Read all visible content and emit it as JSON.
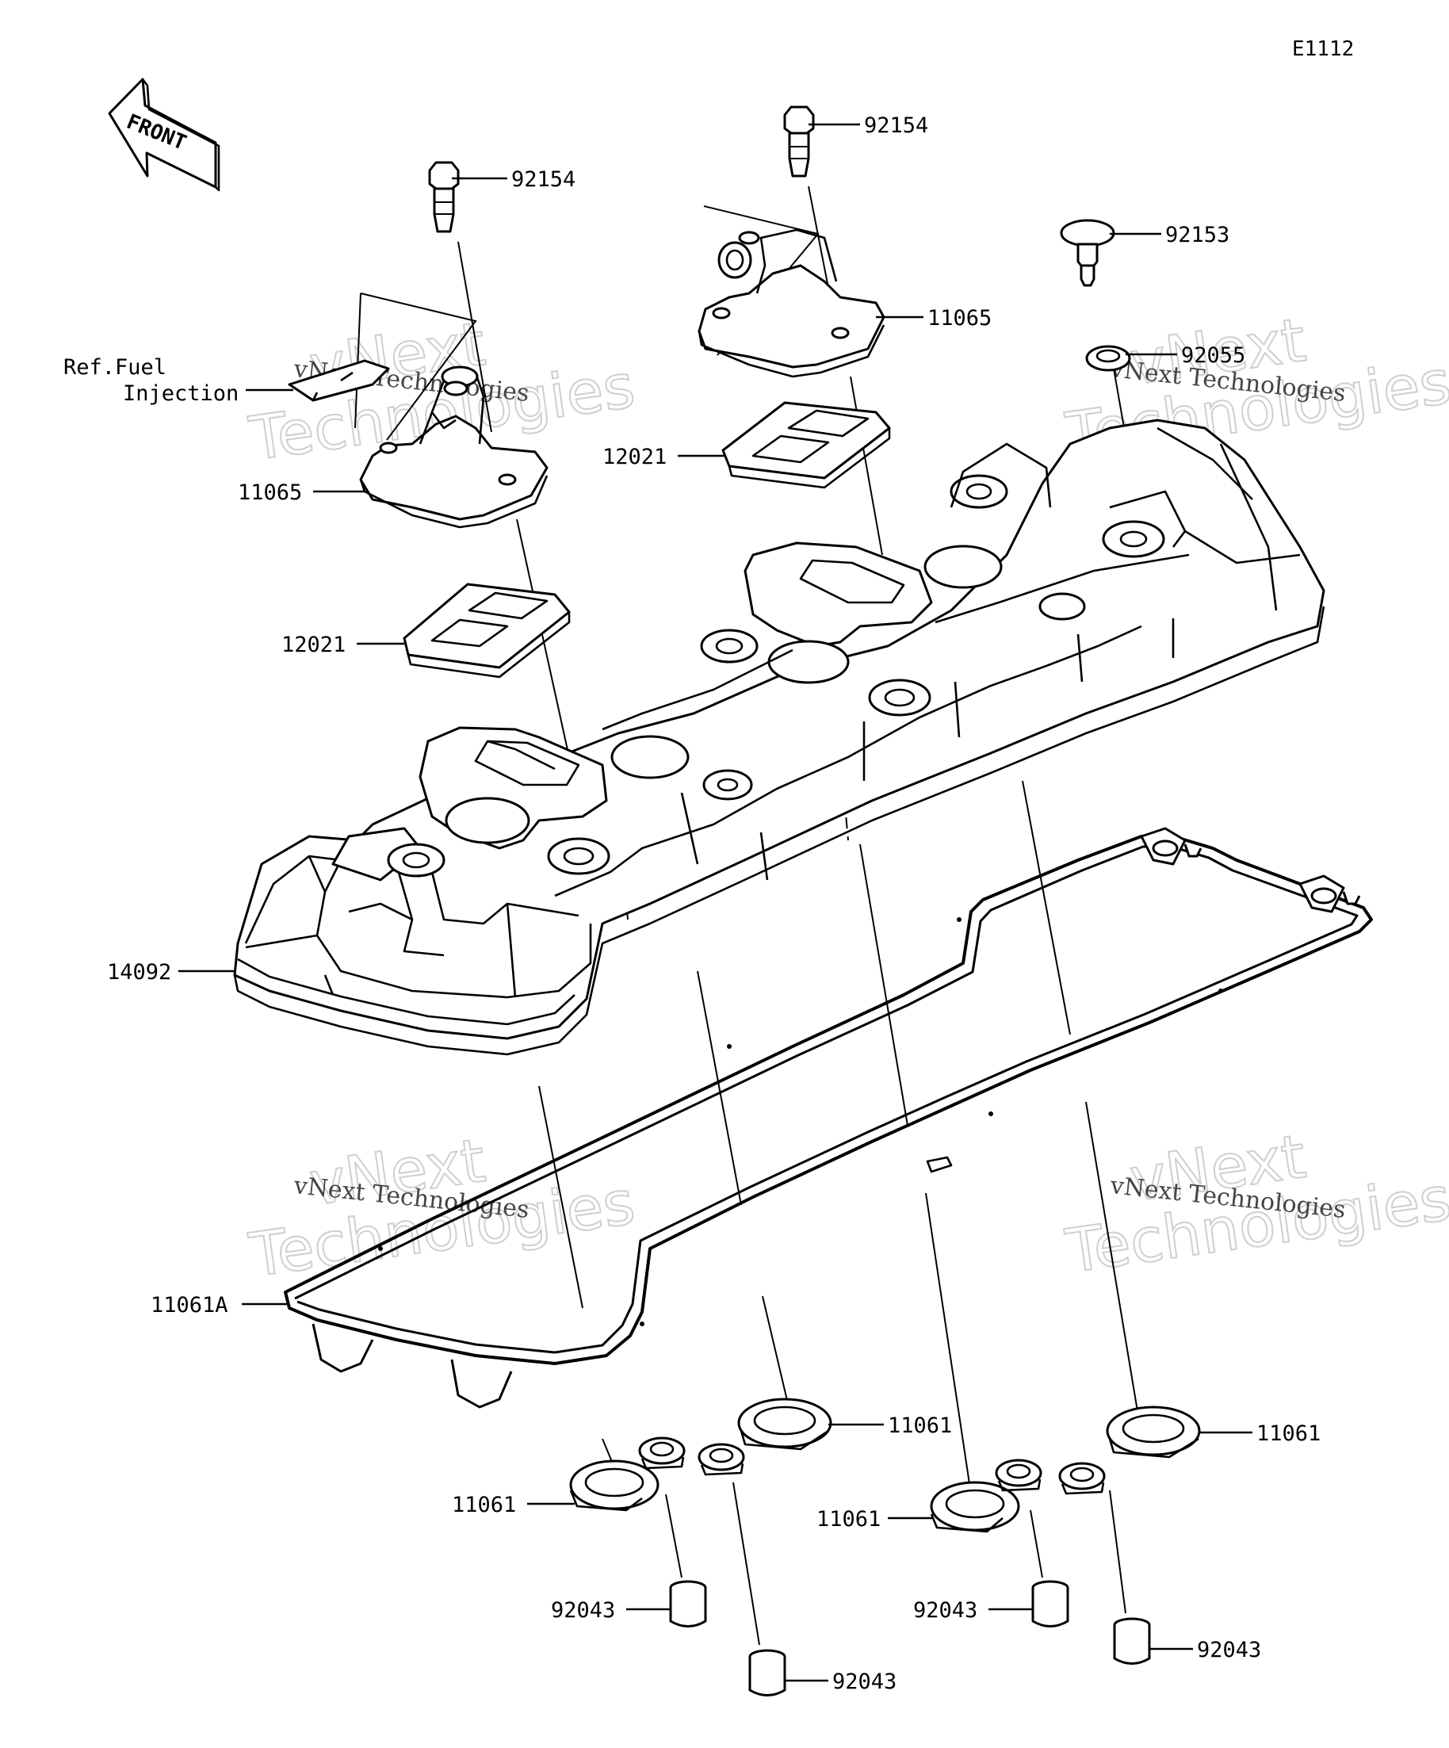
{
  "diagram_code": "E1112",
  "front_arrow_label": "FRONT",
  "reference_note": {
    "line1": "Ref.Fuel",
    "line2": "Injection"
  },
  "watermark": {
    "big_line1": "vNext",
    "big_line2": "Technologies",
    "small": "vNext Technologies"
  },
  "part_labels": {
    "bolt_left": "92154",
    "bolt_center": "92154",
    "bolt_right": "92153",
    "washer_right": "92055",
    "cover_plate_left": "11065",
    "cover_plate_center": "11065",
    "gasket_plate_left": "12021",
    "gasket_plate_center": "12021",
    "head_cover": "14092",
    "head_cover_gasket": "11061A",
    "plug_gasket_center": "11061",
    "plug_gasket_right": "11061",
    "plug_gasket_left_lower": "11061",
    "plug_gasket_right_lower": "11061",
    "collar_left": "92043",
    "collar_center": "92043",
    "collar_right_middle": "92043",
    "collar_right": "92043"
  }
}
